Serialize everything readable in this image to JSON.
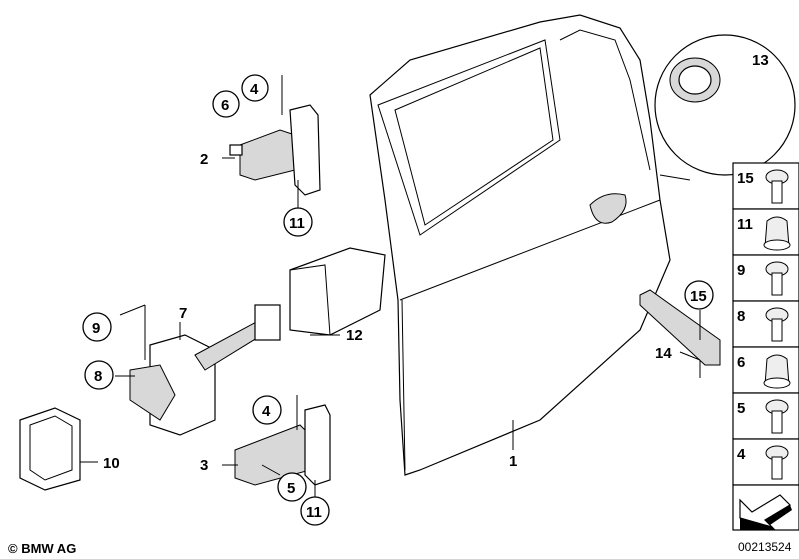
{
  "callouts": {
    "top_hinge_6": "6",
    "top_hinge_4": "4",
    "top_hinge_2": "2",
    "top_hinge_11": "11",
    "check_9": "9",
    "check_7": "7",
    "check_8": "8",
    "check_12": "12",
    "check_10": "10",
    "bottom_hinge_4": "4",
    "bottom_hinge_3": "3",
    "bottom_hinge_5": "5",
    "bottom_hinge_11": "11",
    "door_1": "1",
    "bracket_15": "15",
    "bracket_14": "14",
    "grommet_13": "13"
  },
  "fasteners": [
    {
      "label": "15",
      "icon": "collar-screw-icon"
    },
    {
      "label": "11",
      "icon": "hex-cap-nut-icon"
    },
    {
      "label": "9",
      "icon": "pan-head-screw-icon"
    },
    {
      "label": "8",
      "icon": "torx-bolt-icon"
    },
    {
      "label": "6",
      "icon": "cap-icon"
    },
    {
      "label": "5",
      "icon": "hex-bolt-icon"
    },
    {
      "label": "4",
      "icon": "flange-screw-icon"
    }
  ],
  "copyright": "© BMW AG",
  "diagram_id": "00213524"
}
